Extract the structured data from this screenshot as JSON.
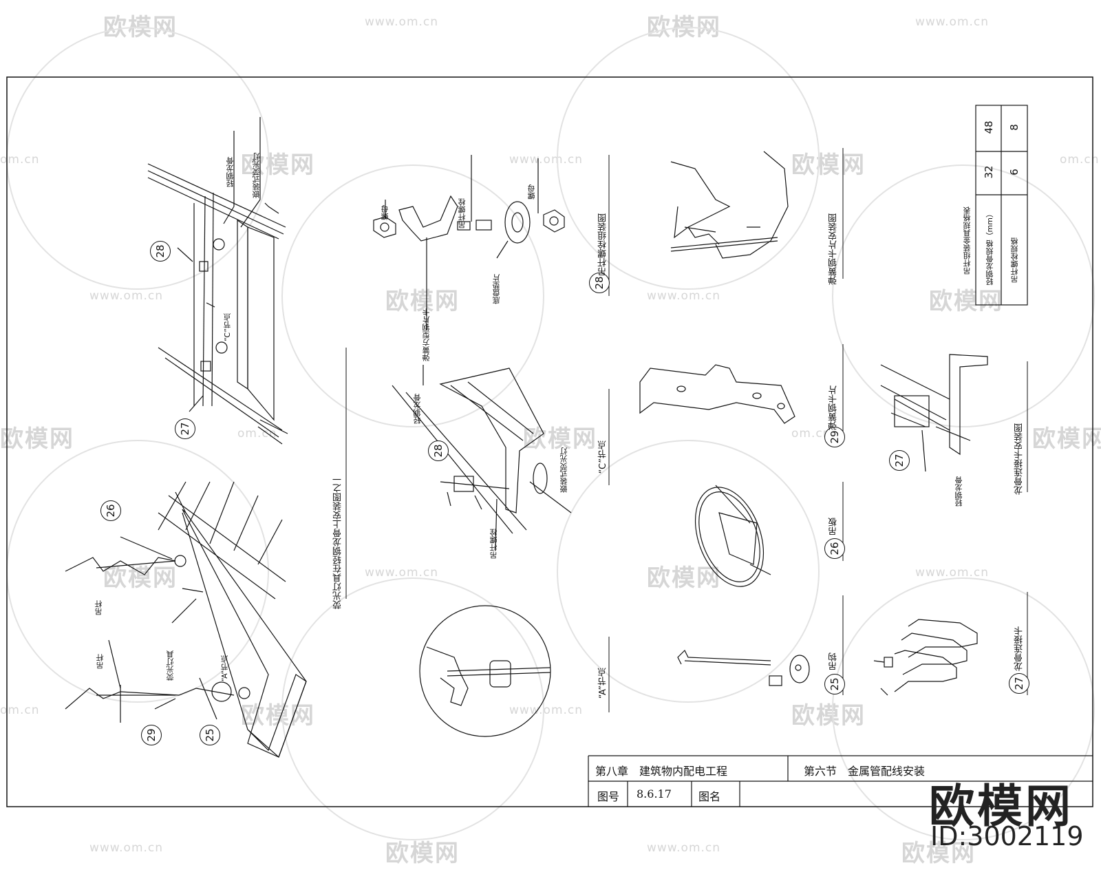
{
  "watermarks": {
    "brand": "欧模网",
    "url": "www.om.cn",
    "url_short": "om.cn"
  },
  "drawing": {
    "main_title": "荧光灯具在轻钢龙骨上安装图之一",
    "callouts": {
      "n25": "25",
      "n26": "26",
      "n27": "27",
      "n28": "28",
      "n29": "29"
    },
    "labels": {
      "light_keel": "轻钢龙骨",
      "embedded_lamp": "嵌装式荧光灯",
      "node_c": "“C”节点",
      "node_a": "“A”节点",
      "node_c_title": "“C”节点",
      "node_a_title": "“A”节点",
      "hanger_rod": "吊杆",
      "hanger_rod2": "吊杆",
      "fluorescent_fixture": "荧光灯具",
      "nut_left": "螺母",
      "nut_right": "螺母",
      "rod_bolt": "吊杆螺栓",
      "spring_clip_square": "弹簧方型钢片卡",
      "base_washer": "底盘垫片",
      "fig28_title": "吊杆螺栓组装图",
      "keel_label_c": "轻钢龙骨",
      "embedded_lamp_c": "嵌装式荧光灯",
      "rod_bolt_c": "吊杆螺栓",
      "spring_clip_install": "弹簧钢卡片安装图",
      "spring_clip_29": "弹簧钢卡片",
      "hanger_plate_26": "吊板",
      "hanger_hook_25": "吊钩",
      "keel_connector_install": "龙骨连接卡安装图",
      "light_keel_27": "轻钢龙骨",
      "keel_connector_27": "龙骨连接卡"
    },
    "spec_table": {
      "title": "吊杆组装金具规格表",
      "row1_label": "轻钢龙骨规格（mm）",
      "row2_label": "吊杆螺栓规格",
      "values": [
        "32",
        "48",
        "6",
        "8"
      ]
    }
  },
  "title_block": {
    "chapter": "第八章　建筑物内配电工程",
    "section": "第六节　金属管配线安装",
    "drawing_no_label": "图号",
    "drawing_no": "8.6.17",
    "drawing_name_label": "图名",
    "drawing_name": ""
  },
  "logo": {
    "text": "欧模网",
    "id": "ID:3002119"
  }
}
